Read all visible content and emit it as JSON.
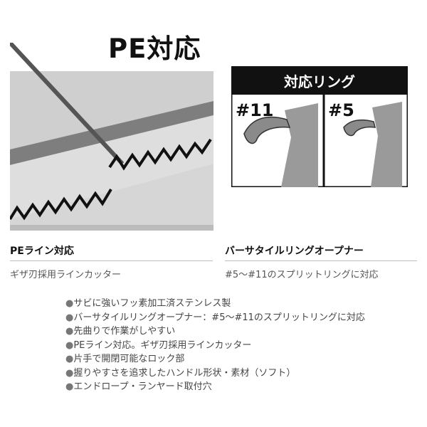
{
  "header": {
    "title": "PE対応"
  },
  "ring_panel": {
    "title": "対応リング",
    "sizes": [
      "#11",
      "#5"
    ]
  },
  "captions": [
    {
      "title": "PEライン対応",
      "subtitle": "ギザ刃採用ラインカッター"
    },
    {
      "title": "バーサタイルリングオープナー",
      "subtitle": "#5〜#11のスプリットリングに対応"
    }
  ],
  "features": {
    "bullet": "●",
    "items": [
      "サビに強いフッ素加工済ステンレス製",
      "バーサタイルリングオープナー：#5〜#11のスプリットリングに対応",
      "先曲りで作業がしやすい",
      "PEライン対応。ギザ刃採用ラインカッター",
      "片手で開閉可能なロック部",
      "握りやすさを追求したハンドル形状・素材（ソフト）",
      "エンドロープ・ランヤード取付穴"
    ]
  },
  "colors": {
    "panel_gray": "#d4d4d4",
    "band_gray": "#8a8a8a",
    "dark": "#111111"
  }
}
